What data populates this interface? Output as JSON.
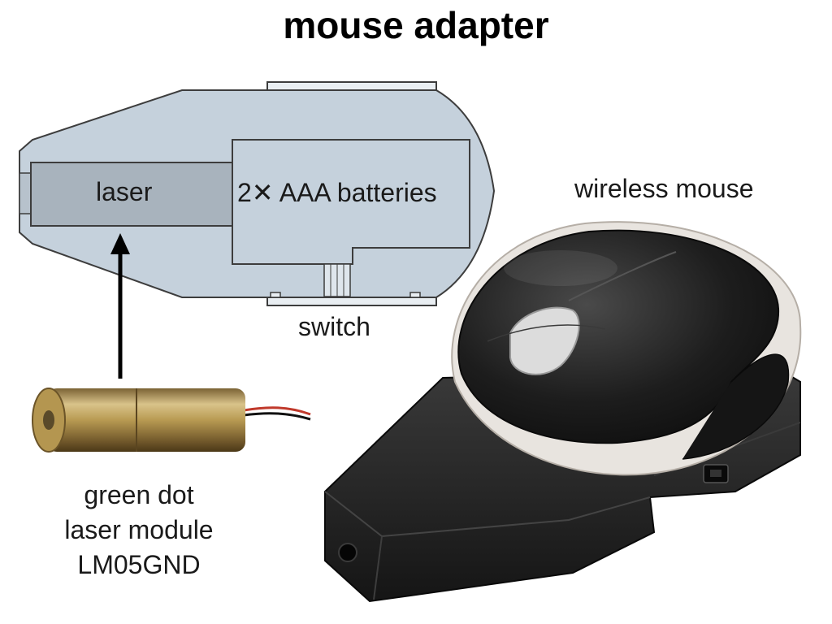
{
  "title": "mouse adapter",
  "diagram": {
    "laser_label": "laser",
    "batteries_label": "2✕ AAA batteries",
    "switch_label": "switch",
    "mouse_label": "wireless mouse",
    "module_label_lines": [
      "green dot",
      "laser module",
      "LM05GND"
    ]
  },
  "colors": {
    "housing_fill": "#c5d1dc",
    "housing_stroke": "#3d3d3d",
    "laser_tube": "#a8b3bd",
    "brass": "#b89a52",
    "printed_case": "#262626",
    "mouse_shell": "#1c1c1c",
    "mouse_trim": "#e8e4df"
  }
}
